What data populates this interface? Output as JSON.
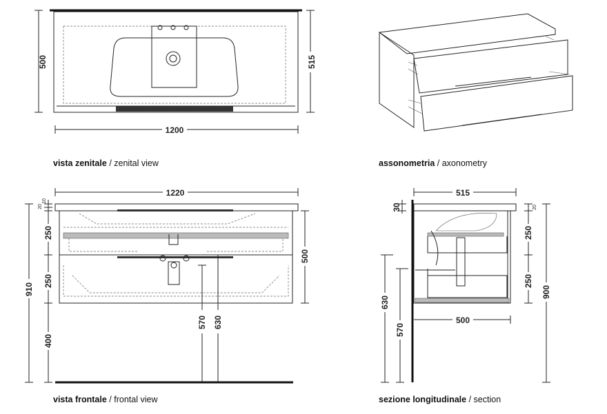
{
  "top_view": {
    "caption_it": "vista zenitale",
    "caption_en": "zenital view",
    "dim_width": "1200",
    "dim_depth_left": "500",
    "dim_depth_right": "515"
  },
  "axonometric": {
    "caption_it": "assonometria",
    "caption_en": "axonometry"
  },
  "front_view": {
    "caption_it": "vista frontale",
    "caption_en": "frontal view",
    "dim_width": "1220",
    "dim_total_height": "910",
    "dim_drawer_top": "250",
    "dim_drawer_bottom": "250",
    "dim_floor": "400",
    "dim_cabinet_height": "500",
    "dim_leg_570": "570",
    "dim_leg_630": "630",
    "dim_top_20": "20",
    "dim_top_10": "10"
  },
  "section_view": {
    "caption_it": "sezione longitudinale",
    "caption_en": "section",
    "dim_depth": "515",
    "dim_inner_depth": "500",
    "dim_top_30": "30",
    "dim_top_20": "20",
    "dim_drawer_top": "250",
    "dim_drawer_bottom": "250",
    "dim_total_height": "900",
    "dim_630": "630",
    "dim_570": "570"
  },
  "separator": "/"
}
